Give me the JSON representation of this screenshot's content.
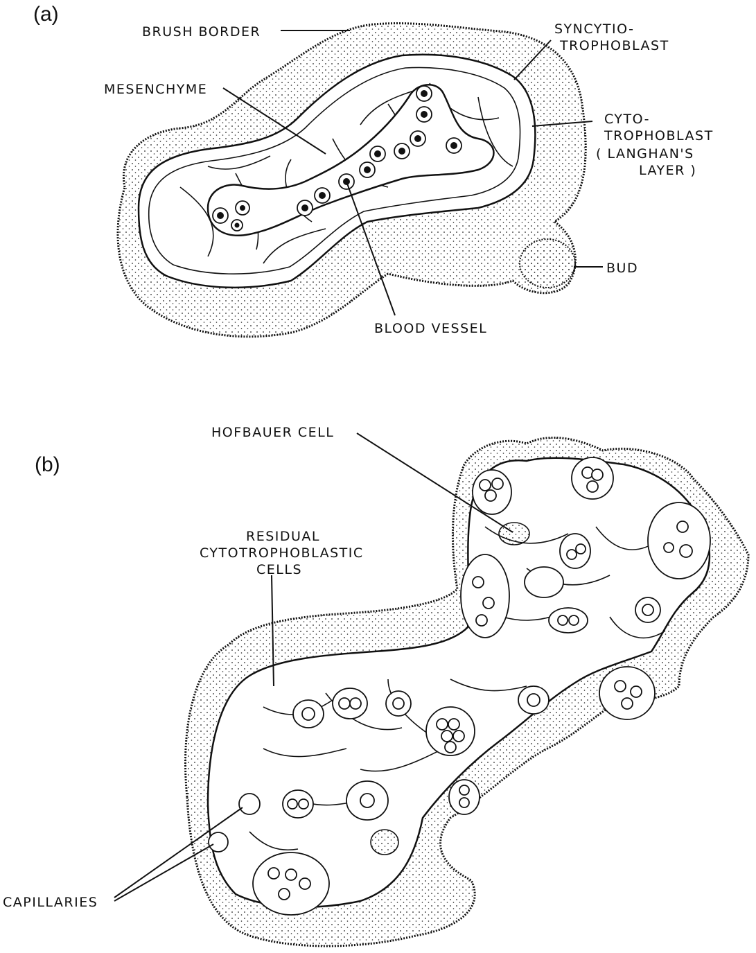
{
  "panel_a": {
    "panel_label": "(a)",
    "labels": {
      "brush_border": "BRUSH BORDER",
      "syncytio_1": "SYNCYTIO-",
      "syncytio_2": "TROPHOBLAST",
      "mesenchyme": "MESENCHYME",
      "cyto_1": "CYTO-",
      "cyto_2": "TROPHOBLAST",
      "cyto_3": "( LANGHAN'S",
      "cyto_4": "LAYER )",
      "bud": "BUD",
      "blood_vessel": "BLOOD VESSEL"
    }
  },
  "panel_b": {
    "panel_label": "(b)",
    "labels": {
      "hofbauer": "HOFBAUER CELL",
      "residual_1": "RESIDUAL",
      "residual_2": "CYTOTROPHOBLASTIC",
      "residual_3": "CELLS",
      "capillaries": "CAPILLARIES"
    }
  },
  "colors": {
    "ink": "#111111",
    "paper": "#ffffff"
  }
}
